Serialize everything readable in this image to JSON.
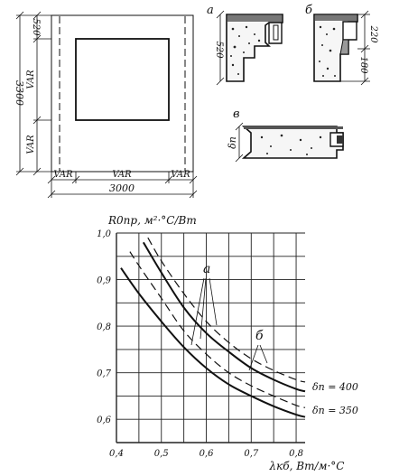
{
  "panel": {
    "height_total": "3300",
    "height_top": "520",
    "height_var_upper": "VAR",
    "height_var_lower": "VAR",
    "width_total": "3000",
    "width_left": "VAR",
    "width_mid": "VAR",
    "width_right": "VAR"
  },
  "details": {
    "a_label": "a",
    "a_dim": "520",
    "b_label": "б",
    "b_dim_bottom": "180",
    "b_dim_top": "220",
    "v_label": "в",
    "v_dim": "δп"
  },
  "chart_data": {
    "type": "line",
    "title": "",
    "xlabel": "λкб, Вт/м·°С",
    "ylabel": "R0пр, м²·°С/Вт",
    "xlim": [
      0.4,
      0.82
    ],
    "ylim": [
      0.55,
      1.0
    ],
    "x_ticks": [
      "0,4",
      "0,5",
      "0,6",
      "0,7",
      "0,8"
    ],
    "y_ticks": [
      "0,6",
      "0,7",
      "0,8",
      "0,9",
      "1,0"
    ],
    "grid": true,
    "annotations": [
      "a",
      "б"
    ],
    "curve_labels": [
      "δп = 400",
      "δп = 350"
    ],
    "series": [
      {
        "name": "δп = 400",
        "style": "solid",
        "x": [
          0.46,
          0.5,
          0.55,
          0.6,
          0.65,
          0.7,
          0.75,
          0.8,
          0.82
        ],
        "y": [
          0.98,
          0.915,
          0.84,
          0.785,
          0.745,
          0.71,
          0.685,
          0.665,
          0.66
        ]
      },
      {
        "name": "δп = 350",
        "style": "solid",
        "x": [
          0.41,
          0.45,
          0.5,
          0.55,
          0.6,
          0.65,
          0.7,
          0.75,
          0.8,
          0.82
        ],
        "y": [
          0.925,
          0.87,
          0.81,
          0.755,
          0.71,
          0.675,
          0.65,
          0.628,
          0.61,
          0.605
        ]
      },
      {
        "name": "",
        "style": "dashed",
        "x": [
          0.47,
          0.5,
          0.55,
          0.6,
          0.65,
          0.7,
          0.75,
          0.8,
          0.82
        ],
        "y": [
          0.99,
          0.94,
          0.87,
          0.81,
          0.765,
          0.73,
          0.705,
          0.685,
          0.68
        ]
      },
      {
        "name": "",
        "style": "dashed",
        "x": [
          0.43,
          0.45,
          0.5,
          0.55,
          0.6,
          0.65,
          0.7,
          0.75,
          0.8,
          0.82
        ],
        "y": [
          0.96,
          0.93,
          0.86,
          0.79,
          0.74,
          0.7,
          0.672,
          0.65,
          0.63,
          0.625
        ]
      }
    ]
  }
}
